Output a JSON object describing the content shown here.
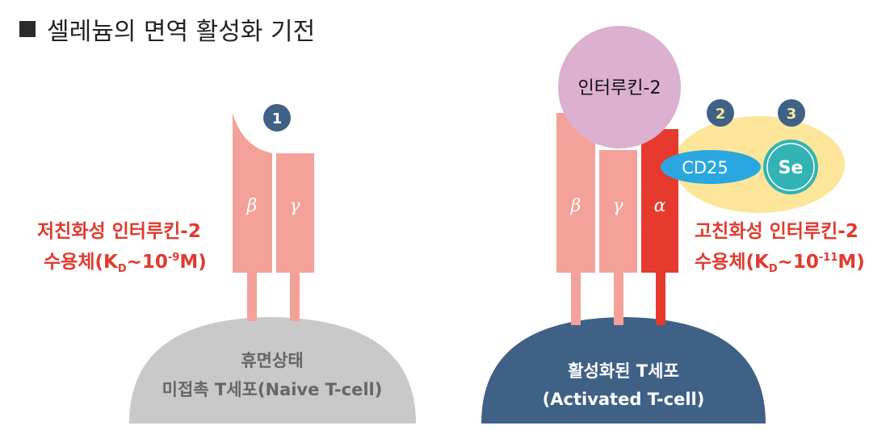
{
  "title": "셀레늄의 면역 활성화 기전",
  "left": {
    "badge": "1",
    "chain_labels": [
      "β",
      "γ"
    ],
    "receptor_label_line1": "저친화성 인터루킨-2",
    "receptor_label_line2": "수용체(K",
    "receptor_label_sub": "D",
    "receptor_label_tail": "~10",
    "receptor_label_exp": "-9",
    "receptor_label_unit": "M)",
    "cell_line1": "휴면상태",
    "cell_line2": "미접촉 T세포(Naive T-cell)"
  },
  "right": {
    "ligand": "인터루킨-2",
    "badges": [
      "2",
      "3"
    ],
    "chain_labels": [
      "β",
      "γ",
      "α"
    ],
    "cd25": "CD25",
    "se": "Se",
    "receptor_label_line1": "고친화성 인터루킨-2",
    "receptor_label_line2": "수용체(K",
    "receptor_label_sub": "D",
    "receptor_label_tail": "~10",
    "receptor_label_exp": "-11",
    "receptor_label_unit": "M)",
    "cell_line1": "활성화된 T세포",
    "cell_line2": "(Activated T-cell)"
  },
  "colors": {
    "pink": "#f4a19a",
    "red": "#e63a2f",
    "navy": "#3f6186",
    "grey_cell": "#c9c9c9",
    "il2": "#dcb0cf",
    "yellow": "#fde69a",
    "cd25": "#2aa7e0",
    "se": "#33b3b3"
  }
}
